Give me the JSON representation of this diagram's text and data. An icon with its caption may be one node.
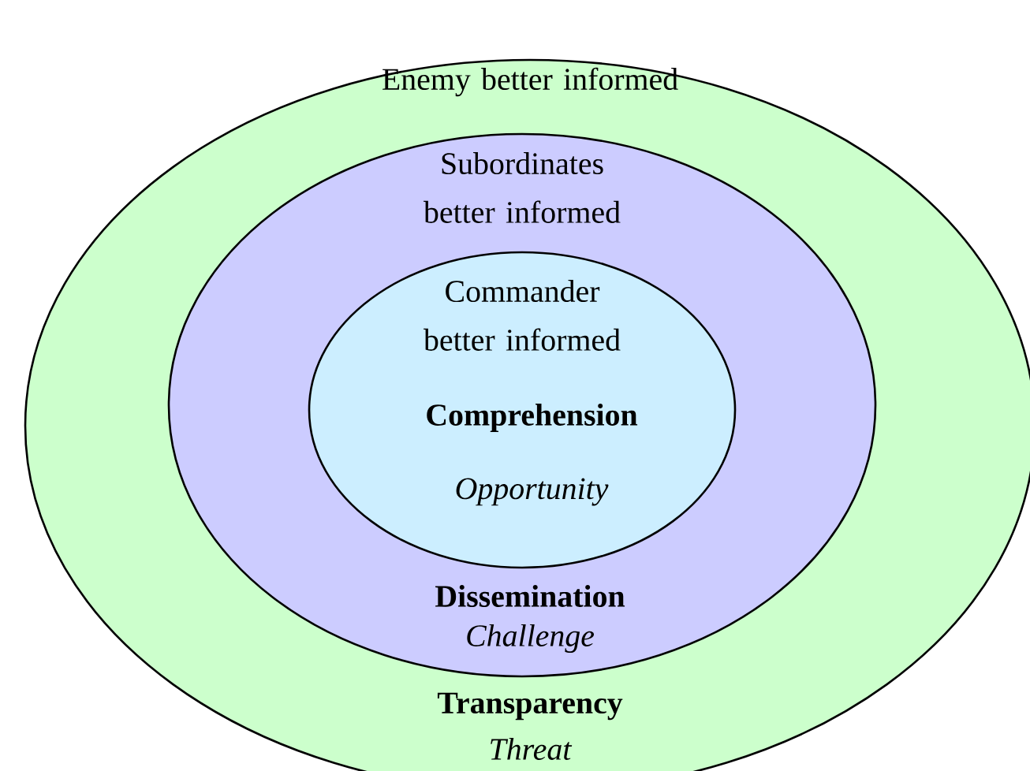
{
  "diagram": {
    "nodes": [
      {
        "text": [
          "Enemy better informed",
          "Transparency",
          "Threat"
        ]
      },
      {
        "text": [
          "Subordinates better informed",
          "Dissemination",
          "Challenge"
        ],
        "in": 0
      },
      {
        "text": [
          "Commander better informed",
          "Comprehension",
          "Opportunity"
        ],
        "in": 1
      }
    ]
  }
}
